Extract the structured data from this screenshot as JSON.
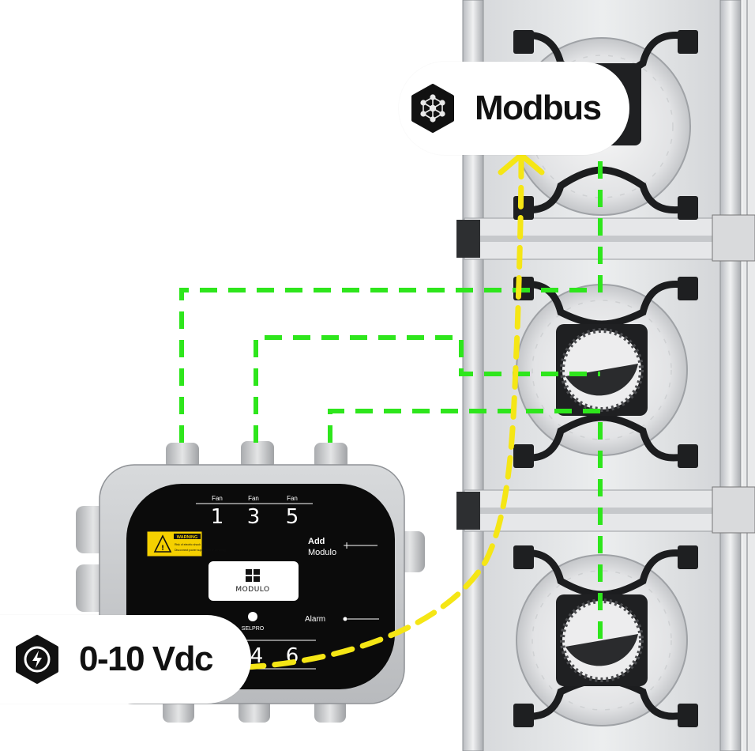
{
  "labels": {
    "modbus": "Modbus",
    "vdc": "0-10 Vdc"
  },
  "controller": {
    "fan_label": "Fan",
    "fan_numbers": [
      "1",
      "3",
      "5"
    ],
    "bottom_numbers": [
      "4",
      "6"
    ],
    "add_title": "Add",
    "add_subtitle": "Modulo",
    "alarm_label": "Alarm",
    "brand": "MODULO",
    "maker": "SELPRO",
    "warning_title": "WARNING",
    "warning_lines": [
      "Risk of electric shock",
      "Disconnect power supply before servicing"
    ]
  },
  "icons": {
    "modbus": "network-hex-icon",
    "vdc": "bolt-hex-icon"
  },
  "colors": {
    "modbus_line": "#2ee61c",
    "vdc_line": "#f5e615",
    "pill_bg": "#ffffff",
    "controller_face": "#0b0b0b",
    "housing": "#c9cbcd"
  }
}
